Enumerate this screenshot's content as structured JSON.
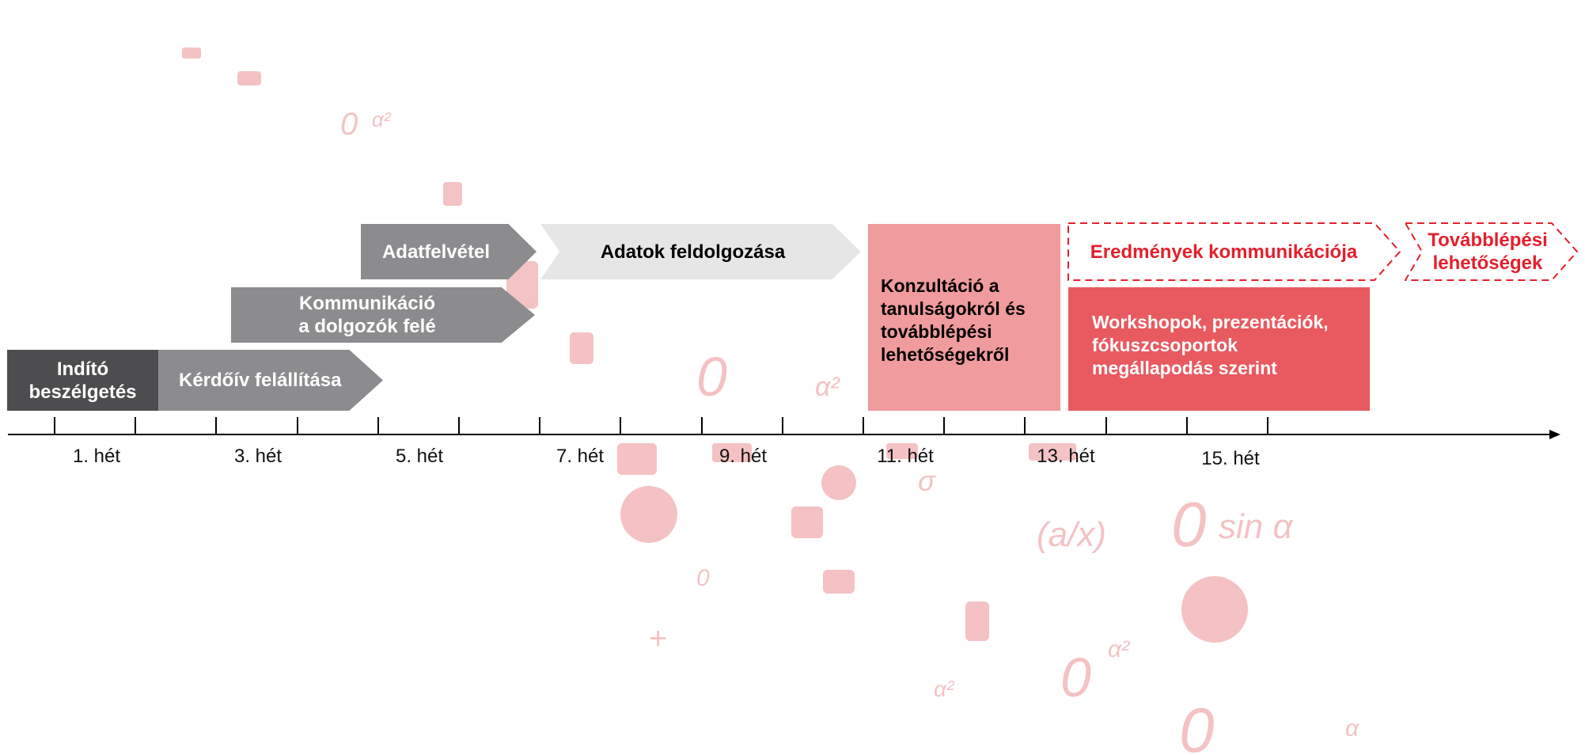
{
  "phases": {
    "indito": "Indító\nbeszélgetés",
    "kerdoiv": "Kérdőív felállítása",
    "kommunikacio": "Kommunikáció\na dolgozók felé",
    "adatfelvetel": "Adatfelvétel",
    "feldolgozas": "Adatok feldolgozása",
    "konzultacio": "Konzultáció a\ntanulságokról és\ntovábblépési\nlehetőségekről",
    "eredmenyek": "Eredmények kommunikációja",
    "workshopok": "Workshopok, prezentációk,\nfókuszcsoportok\nmegállapodás szerint",
    "tovabblepesi": "Továbblépési\nlehetőségek"
  },
  "timeline": {
    "labels": [
      "1. hét",
      "3. hét",
      "5. hét",
      "7. hét",
      "9. hét",
      "11. hét",
      "13. hét",
      "15. hét"
    ]
  },
  "colors": {
    "dark_gray": "#4d4d4f",
    "mid_gray": "#8c8c8e",
    "light_gray": "#e6e6e6",
    "pink": "#f09b9e",
    "red": "#e85a60",
    "accent_red": "#e3202c"
  }
}
